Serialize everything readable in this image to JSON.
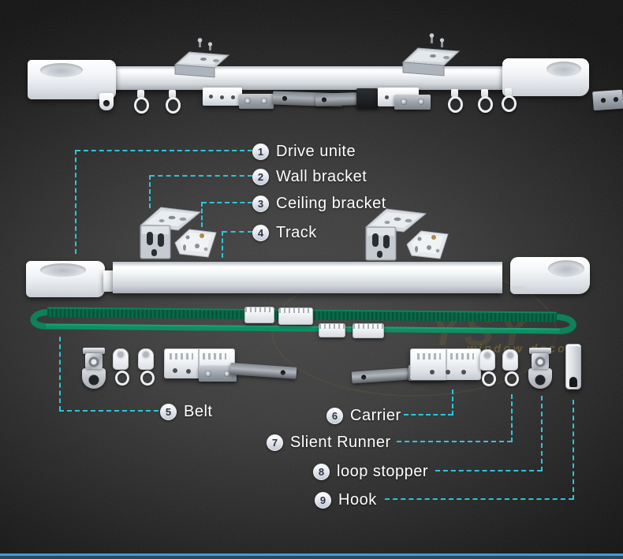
{
  "product_diagram": {
    "callouts": [
      {
        "num": "1",
        "label": "Drive unite"
      },
      {
        "num": "2",
        "label": "Wall bracket"
      },
      {
        "num": "3",
        "label": "Ceiling bracket"
      },
      {
        "num": "4",
        "label": "Track"
      },
      {
        "num": "5",
        "label": "Belt"
      },
      {
        "num": "6",
        "label": "Carrier"
      },
      {
        "num": "7",
        "label": "Slient Runner"
      },
      {
        "num": "8",
        "label": "loop stopper"
      },
      {
        "num": "9",
        "label": "Hook"
      }
    ],
    "watermark": {
      "logo": "YSY",
      "text": "window decor"
    },
    "colors": {
      "connector_dash": "#2bc6d8",
      "belt_green": "#0d7f57",
      "bottom_bar_blue": "#3c9edd",
      "label_text": "#ffffff",
      "background": "#2b2b2b",
      "watermark_gold": "#c9a227"
    }
  }
}
